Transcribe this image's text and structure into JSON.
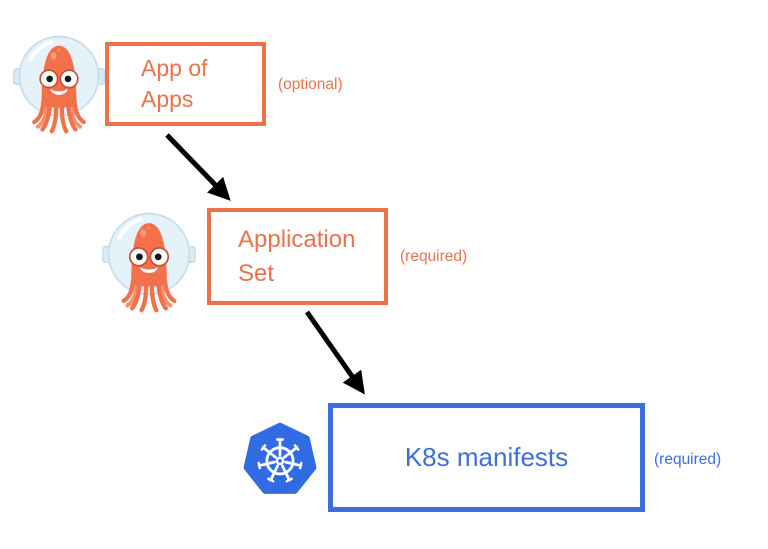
{
  "diagram": {
    "nodes": [
      {
        "id": "app-of-apps",
        "label": "App of\nApps",
        "annotation": "(optional)",
        "icon": "argo-octopus-icon",
        "accent_color": "#ED7149"
      },
      {
        "id": "application-set",
        "label": "Application\nSet",
        "annotation": "(required)",
        "icon": "argo-octopus-icon",
        "accent_color": "#ED7149"
      },
      {
        "id": "k8s-manifests",
        "label": "K8s manifests",
        "annotation": "(required)",
        "icon": "kubernetes-icon",
        "accent_color": "#3B6FDC"
      }
    ],
    "edges": [
      {
        "from": "app-of-apps",
        "to": "application-set"
      },
      {
        "from": "application-set",
        "to": "k8s-manifests"
      }
    ],
    "colors": {
      "argo_orange": "#ED7149",
      "kubernetes_blue": "#326CE5",
      "box_blue": "#3B6FDC",
      "arrow_black": "#000000",
      "background": "#FFFFFF"
    }
  }
}
